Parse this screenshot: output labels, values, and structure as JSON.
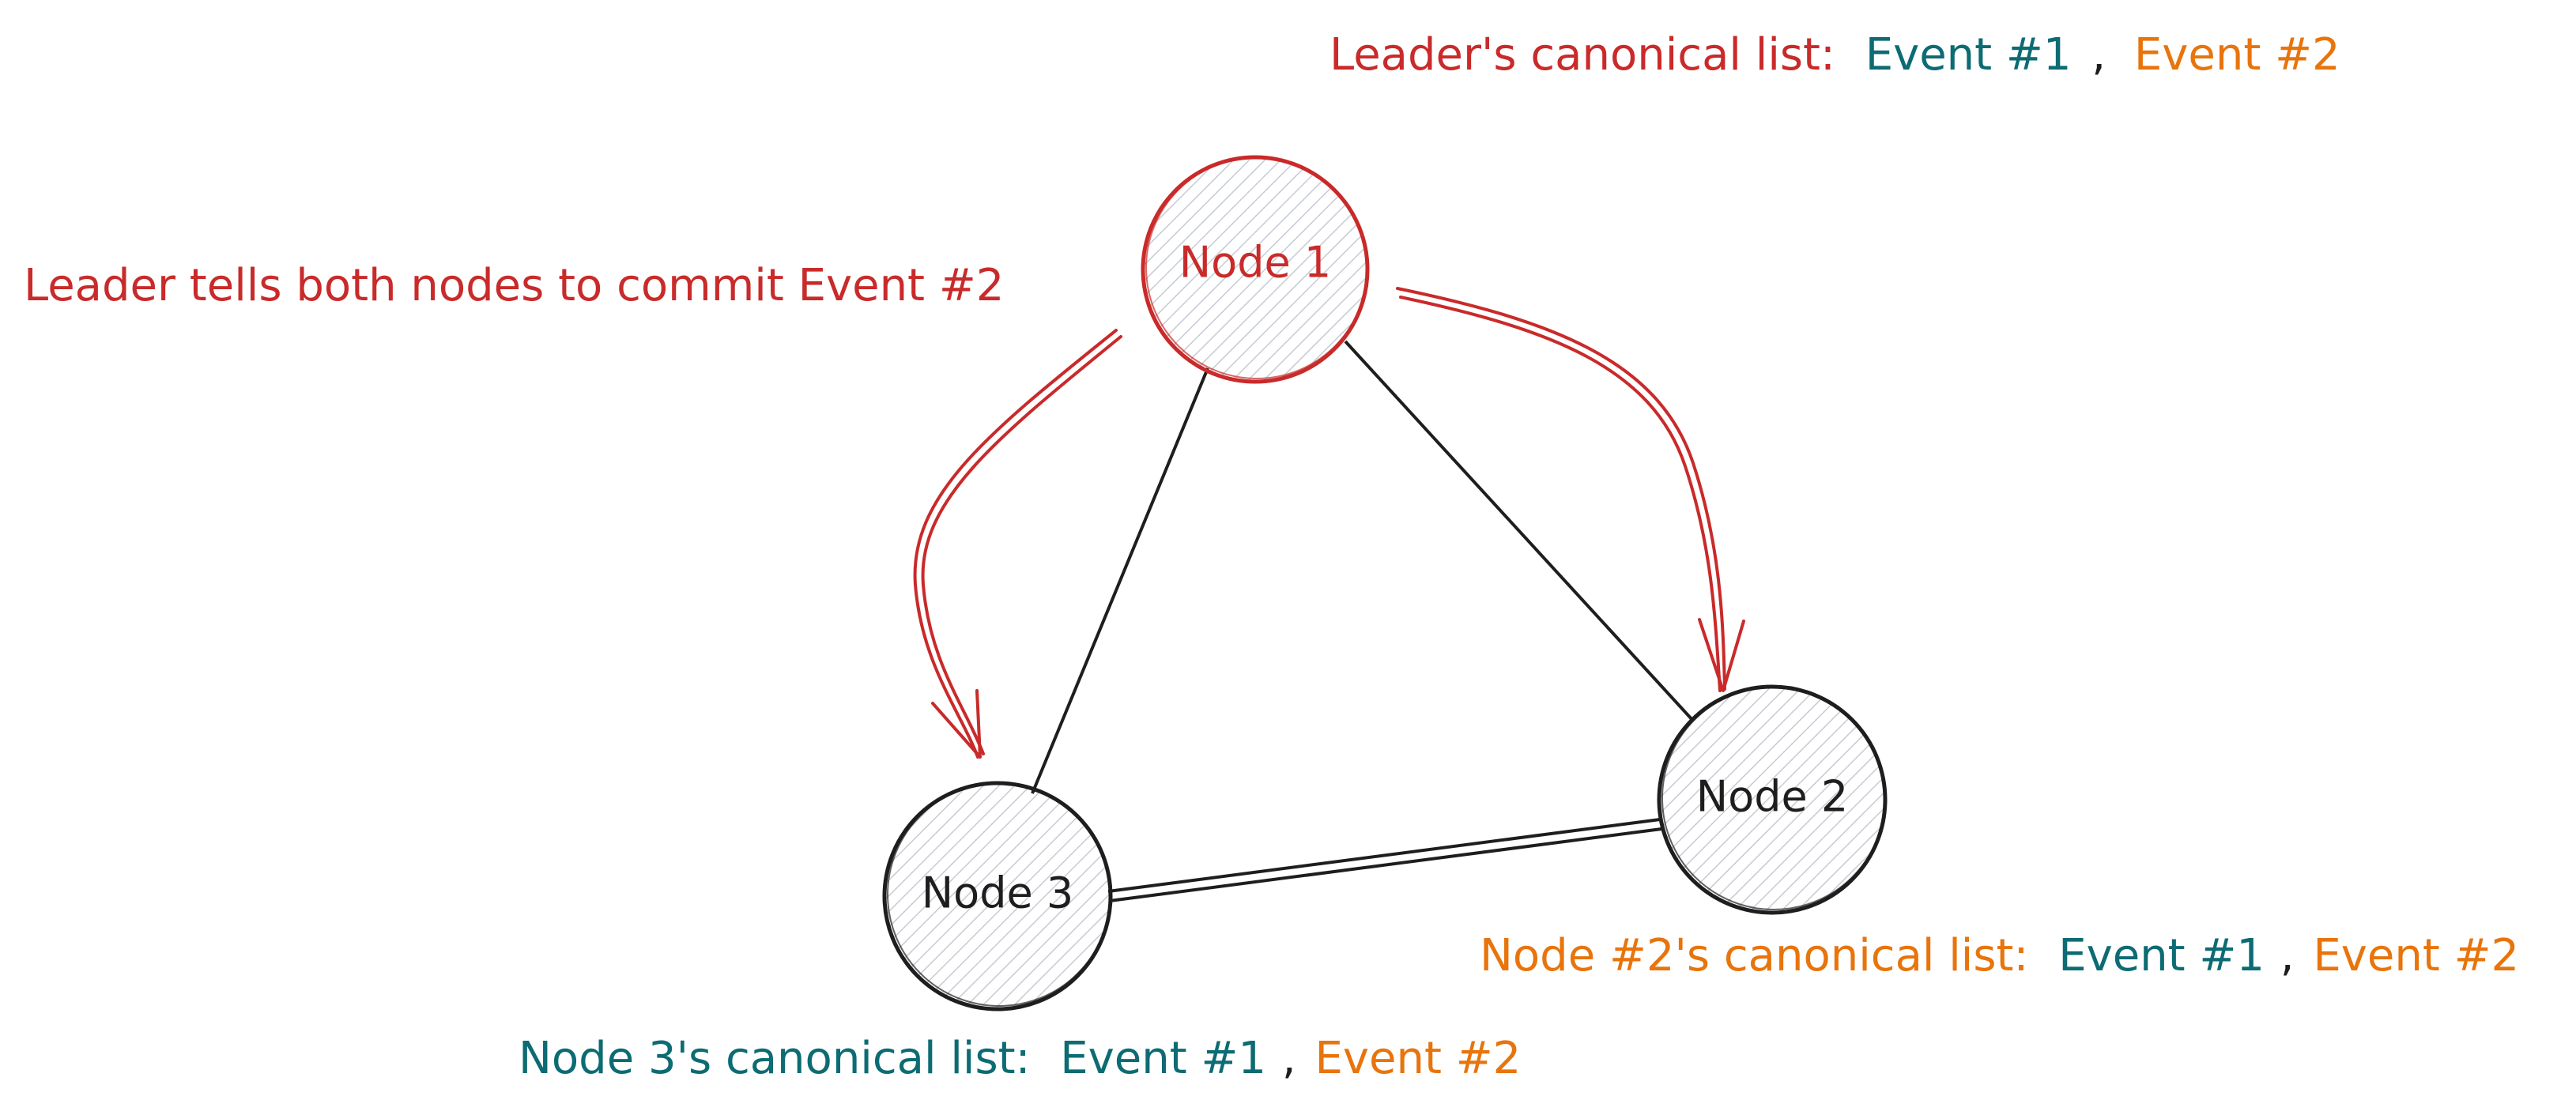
{
  "colors": {
    "red": "#c92a2a",
    "teal": "#0c6b73",
    "orange": "#e8740c",
    "black": "#1e1e1e",
    "hatch": "#c6cbd3"
  },
  "nodes": {
    "node1": {
      "label": "Node 1",
      "role": "leader"
    },
    "node2": {
      "label": "Node 2"
    },
    "node3": {
      "label": "Node 3"
    }
  },
  "annotations": {
    "leader_list": {
      "prefix": "Leader's canonical list:",
      "event1": "Event #1",
      "separator": ",",
      "event2": "Event #2"
    },
    "leader_action": "Leader tells both nodes to commit Event #2",
    "node2_list": {
      "prefix": "Node #2's canonical list:",
      "event1": "Event #1",
      "separator": ",",
      "event2": "Event #2"
    },
    "node3_list": {
      "prefix": "Node 3's canonical list:",
      "event1": "Event #1",
      "separator": ",",
      "event2": "Event #2"
    }
  }
}
